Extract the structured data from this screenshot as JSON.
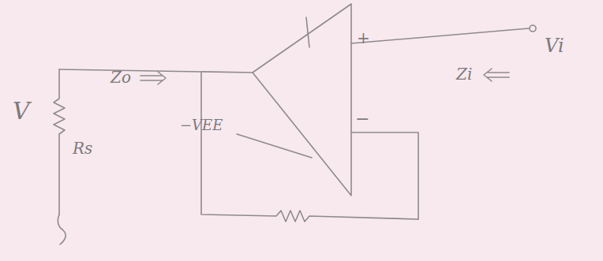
{
  "diagram": {
    "labels": [
      "V",
      "Rs",
      "Zo",
      "+",
      "−",
      "−VEE",
      "Zi",
      "Vi"
    ]
  }
}
